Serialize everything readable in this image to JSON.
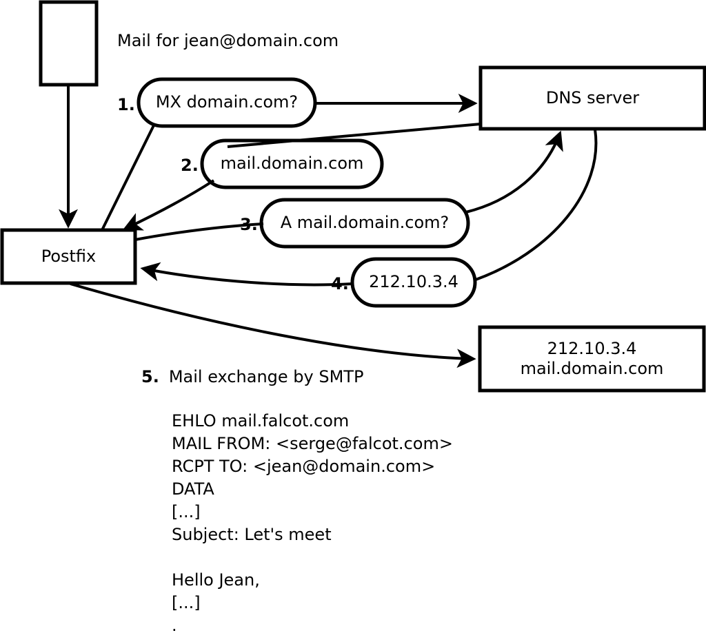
{
  "diagram": {
    "title": "Mail for jean@domain.com",
    "nodes": {
      "client_box": {
        "label": ""
      },
      "postfix": {
        "label": "Postfix"
      },
      "dns_server": {
        "label": "DNS server"
      },
      "mail_server": {
        "line1": "212.10.3.4",
        "line2": "mail.domain.com"
      }
    },
    "steps": [
      {
        "num": "1.",
        "label": "MX domain.com?"
      },
      {
        "num": "2.",
        "label": "mail.domain.com"
      },
      {
        "num": "3.",
        "label": "A mail.domain.com?"
      },
      {
        "num": "4.",
        "label": "212.10.3.4"
      }
    ],
    "caption": {
      "num": "5.",
      "text": "Mail exchange by SMTP"
    },
    "transcript": "EHLO mail.falcot.com\nMAIL FROM: <serge@falcot.com>\nRCPT TO: <jean@domain.com>\nDATA\n[...]\nSubject: Let's meet\n\nHello Jean,\n[...]\n.",
    "colors": {
      "stroke": "#000000",
      "fill": "#ffffff",
      "text": "#000000"
    }
  }
}
